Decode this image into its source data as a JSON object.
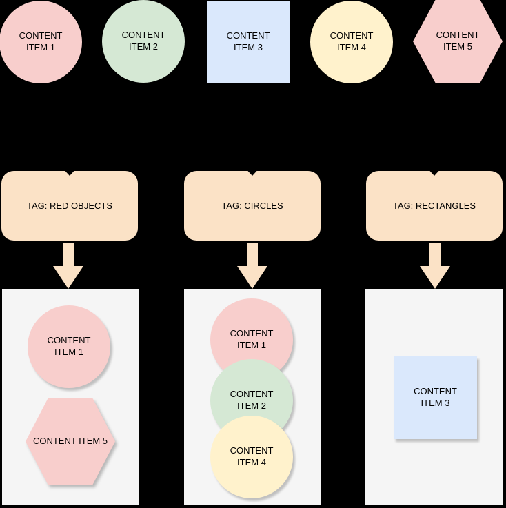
{
  "background_color": "#000000",
  "top_items": [
    {
      "label": "CONTENT ITEM 1",
      "shape": "circle",
      "color": "#F8CECC"
    },
    {
      "label": "CONTENT ITEM 2",
      "shape": "circle",
      "color": "#D5E8D4"
    },
    {
      "label": "CONTENT ITEM 3",
      "shape": "rectangle",
      "color": "#DAE8FC"
    },
    {
      "label": "CONTENT ITEM 4",
      "shape": "circle",
      "color": "#FFF2CC"
    },
    {
      "label": "CONTENT ITEM 5",
      "shape": "hexagon",
      "color": "#F8CECC"
    }
  ],
  "tags": [
    {
      "label": "TAG: RED OBJECTS",
      "color": "#FBE2C6"
    },
    {
      "label": "TAG: CIRCLES",
      "color": "#FBE2C6"
    },
    {
      "label": "TAG: RECTANGLES",
      "color": "#FBE2C6"
    }
  ],
  "arrow_color": "#FBE2C6",
  "panel_color": "#F5F5F5",
  "groups": [
    {
      "tag": "TAG: RED OBJECTS",
      "items": [
        {
          "label": "CONTENT ITEM 1",
          "shape": "circle",
          "color": "#F8CECC"
        },
        {
          "label": "CONTENT ITEM 5",
          "shape": "hexagon",
          "color": "#F8CECC"
        }
      ]
    },
    {
      "tag": "TAG: CIRCLES",
      "items": [
        {
          "label": "CONTENT ITEM 1",
          "shape": "circle",
          "color": "#F8CECC"
        },
        {
          "label": "CONTENT ITEM 2",
          "shape": "circle",
          "color": "#D5E8D4"
        },
        {
          "label": "CONTENT ITEM 4",
          "shape": "circle",
          "color": "#FFF2CC"
        }
      ]
    },
    {
      "tag": "TAG: RECTANGLES",
      "items": [
        {
          "label": "CONTENT ITEM 3",
          "shape": "rectangle",
          "color": "#DAE8FC"
        }
      ]
    }
  ]
}
